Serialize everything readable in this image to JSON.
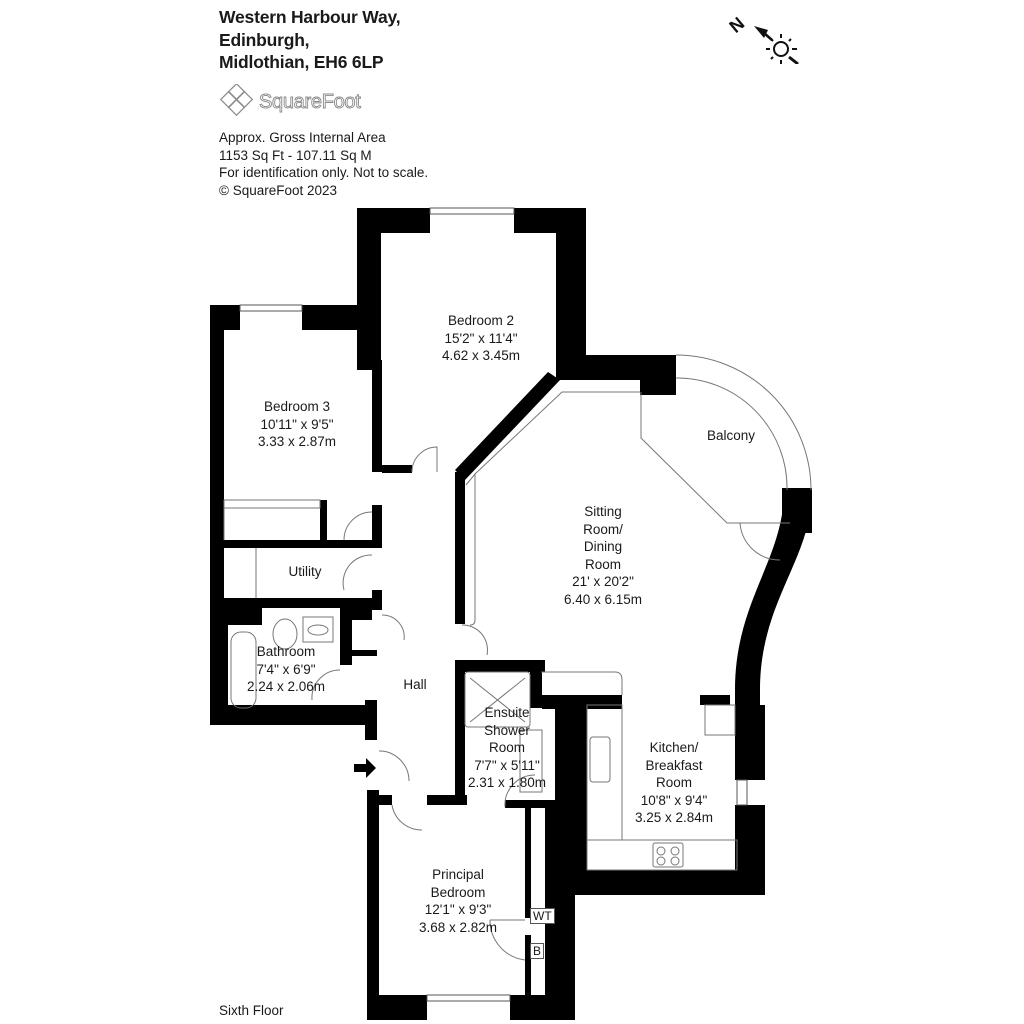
{
  "header": {
    "address": [
      "Western Harbour Way,",
      "Edinburgh,",
      "Midlothian, EH6 6LP"
    ],
    "brand": "SquareFoot",
    "info": [
      "Approx. Gross Internal Area",
      "1153 Sq Ft  -  107.11 Sq M",
      "For identification only. Not to scale.",
      "© SquareFoot 2023"
    ]
  },
  "compass": {
    "north_label": "N",
    "icons": [
      "north-arrow-icon",
      "sun-icon"
    ]
  },
  "rooms": {
    "bedroom2": {
      "name": "Bedroom 2",
      "imperial": "15'2\" x 11'4\"",
      "metric": "4.62 x 3.45m"
    },
    "bedroom3": {
      "name": "Bedroom 3",
      "imperial": "10'11\" x 9'5\"",
      "metric": "3.33 x 2.87m"
    },
    "utility": {
      "name": "Utility"
    },
    "bathroom": {
      "name": "Bathroom",
      "imperial": "7'4\" x 6'9\"",
      "metric": "2.24 x 2.06m"
    },
    "hall": {
      "name": "Hall"
    },
    "sitting": {
      "name": [
        "Sitting",
        "Room/",
        "Dining",
        "Room"
      ],
      "imperial": "21' x 20'2\"",
      "metric": "6.40 x 6.15m"
    },
    "balcony": {
      "name": "Balcony"
    },
    "ensuite": {
      "name": [
        "Ensuite",
        "Shower",
        "Room"
      ],
      "imperial": "7'7\" x 5'11\"",
      "metric": "2.31 x 1.80m"
    },
    "kitchen": {
      "name": [
        "Kitchen/",
        "Breakfast",
        "Room"
      ],
      "imperial": "10'8\" x 9'4\"",
      "metric": "3.25 x 2.84m"
    },
    "principal": {
      "name": [
        "Principal",
        "Bedroom"
      ],
      "imperial": "12'1\" x 9'3\"",
      "metric": "3.68 x 2.82m"
    }
  },
  "fixtures": {
    "wt": "WT",
    "b": "B"
  },
  "footer": {
    "floor": "Sixth Floor"
  }
}
